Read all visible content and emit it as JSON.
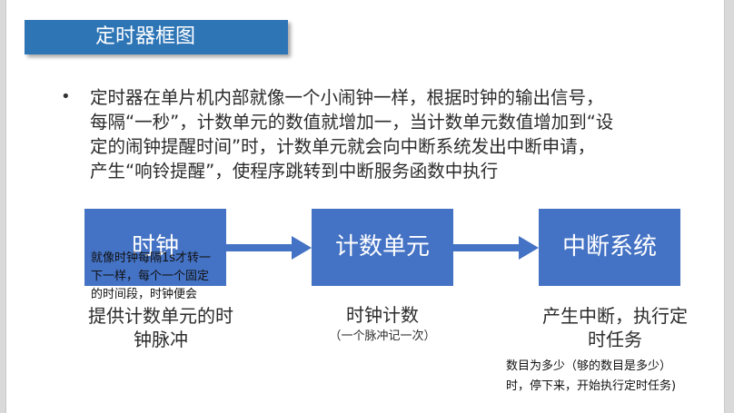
{
  "slide": {
    "title": "定时器框图",
    "bullet": {
      "lines": [
        "定时器在单片机内部就像一个小闹钟一样，根据时钟的输出信号，",
        "每隔“一秒”，计数单元的数值就增加一，当计数单元数值增加到“设",
        "定的闹钟提醒时间”时，计数单元就会向中断系统发出中断申请，",
        "产生“响铃提醒”，使程序跳转到中断服务函数中执行"
      ]
    },
    "diagram": {
      "boxes": [
        {
          "label": "时钟"
        },
        {
          "label": "计数单元"
        },
        {
          "label": "中断系统"
        }
      ],
      "captions": {
        "clock": "提供计数单元的时钟脉冲",
        "counter": "时钟计数",
        "counter_sub": "（一个脉冲记一次）",
        "interrupt": "产生中断，执行定时任务"
      },
      "colors": {
        "box": "#4472c4",
        "arrow": "#4472c4"
      }
    }
  },
  "overlay_note": {
    "lines": [
      "就像时钟每隔1s才转一",
      "下一样，每个一个固定",
      "的时间段，时钟便会"
    ]
  },
  "annotation": {
    "lines": [
      "数目为多少（够的数目是多少）",
      "时，停下来，开始执行定时任务)"
    ]
  }
}
